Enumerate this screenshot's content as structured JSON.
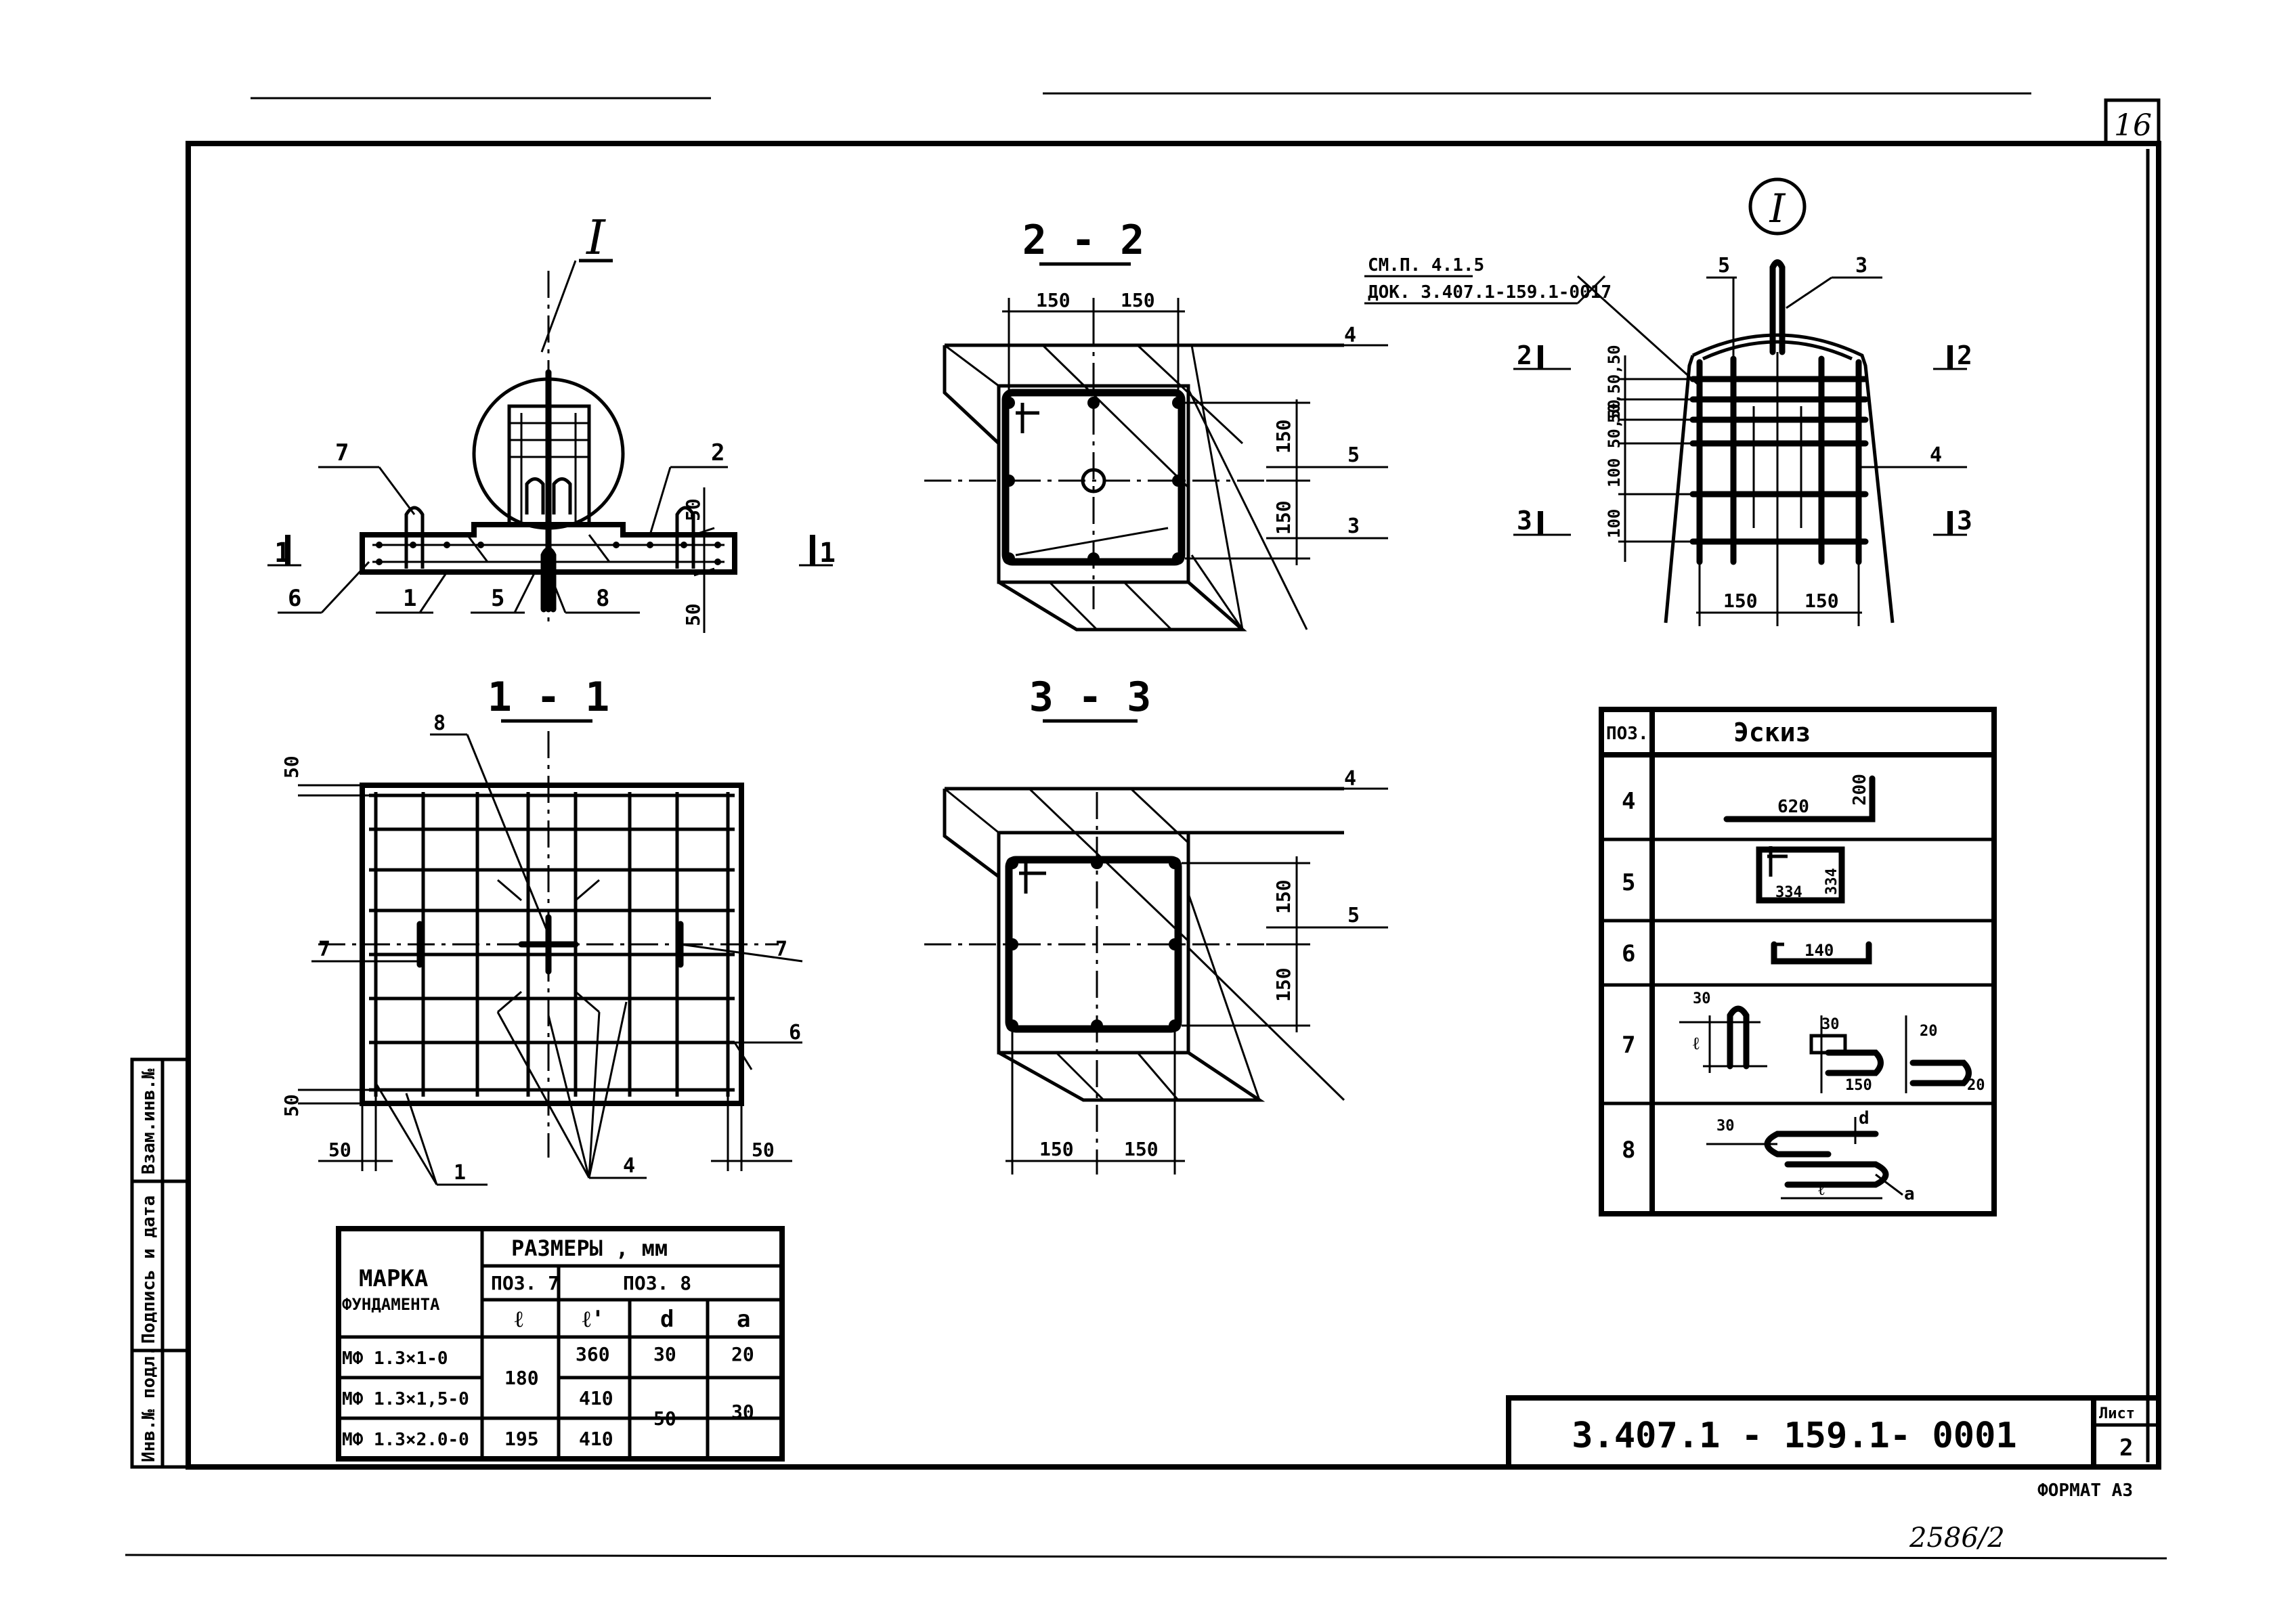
{
  "sheet_number": "16",
  "sheet_count_label": "2",
  "sheet_label": "Лист",
  "format_label": "ФОРМАТ А3",
  "inventory_number": "2586/2",
  "document_code": "3.407.1 - 159.1- 0001",
  "sidebar": [
    "Инв.№ подл.",
    "Подпись и дата",
    "Взам.инв.№"
  ],
  "note": [
    "СМ.П. 4.1.5",
    "ДОК. 3.407.1-159.1-0017"
  ],
  "section_titles": {
    "elevation": "I",
    "s22": "2 - 2",
    "s11": "1 - 1",
    "s33": "3 - 3",
    "detail": "I"
  },
  "dims": {
    "d150": "150",
    "d50": "50",
    "d100": "100",
    "d200": "200",
    "d620": "620",
    "d140": "140",
    "d334": "334",
    "d30": "30",
    "d20": "20",
    "s5050": "50,50,50",
    "s10050": "100 50,50"
  },
  "positions": [
    "1",
    "2",
    "3",
    "4",
    "5",
    "6",
    "7",
    "8"
  ],
  "section_marks": [
    "1",
    "2",
    "3"
  ],
  "labels": {
    "l": "ℓ",
    "l1": "ℓ'",
    "d": "d",
    "a": "a"
  },
  "sketch_table": {
    "col_pos": "ПОЗ.",
    "col_sketch": "Эскиз",
    "rows": [
      "4",
      "5",
      "6",
      "7",
      "8"
    ]
  },
  "dims_table": {
    "mark_header": [
      "МАРКА",
      "ФУНДАМЕНТА"
    ],
    "size_header": "РАЗМЕРЫ , мм",
    "pos7": "ПОЗ. 7",
    "pos8": "ПОЗ. 8",
    "sub_headers": [
      "ℓ",
      "ℓ'",
      "d",
      "a"
    ],
    "rows": [
      {
        "mark": "МФ 1.3×1-0",
        "l": "180",
        "l1": "360",
        "d": "30",
        "a": "20"
      },
      {
        "mark": "МФ 1.3×1,5-0",
        "l": "",
        "l1": "410",
        "d": "50",
        "a": "30"
      },
      {
        "mark": "МФ 1.3×2.0-0",
        "l": "195",
        "l1": "410",
        "d": "",
        "a": ""
      }
    ]
  }
}
